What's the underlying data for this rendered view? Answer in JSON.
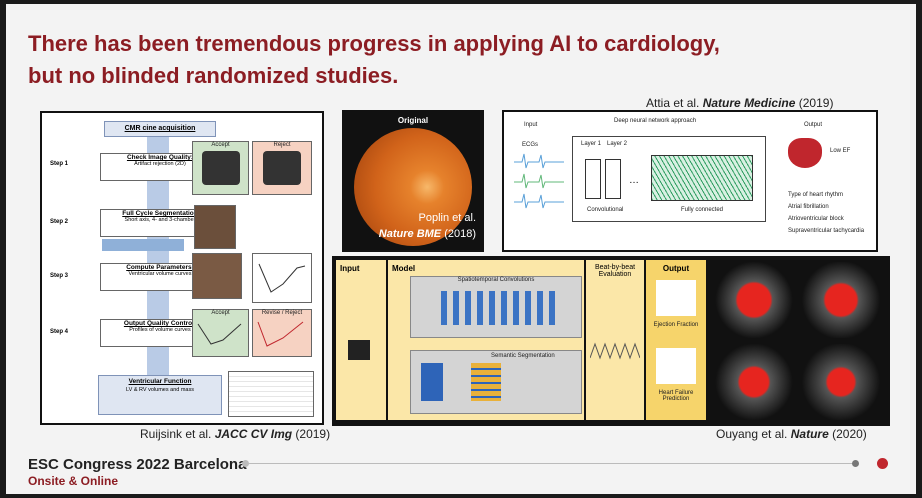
{
  "title": {
    "line1": "There has been tremendous progress in applying AI to cardiology,",
    "line2": "but no blinded randomized studies."
  },
  "panel_cmr": {
    "header": "CMR cine acquisition",
    "steps": [
      {
        "label": "Step 1",
        "title": "Check Image Quality:",
        "desc": "Artifact rejection (2D)"
      },
      {
        "label": "Step 2",
        "title": "Full Cycle Segmentation",
        "desc": "Short axis, 4- and 3-chamber"
      },
      {
        "label": "Step 3",
        "title": "Compute Parameters:",
        "desc": "Ventricular volume curves"
      },
      {
        "label": "Step 4",
        "title": "Output Quality Control:",
        "desc": "Profiles of volume curves"
      }
    ],
    "accept": "Accept",
    "reject": "Reject",
    "revise": "Revise / Reject",
    "final_title": "Ventricular Function",
    "final_desc": "LV & RV volumes and mass"
  },
  "citations": {
    "ruijsink_authors": "Ruijsink et al.",
    "ruijsink_journal": "JACC CV Img",
    "ruijsink_year": "(2019)",
    "attia_authors": "Attia et al.",
    "attia_journal": "Nature Medicine",
    "attia_year": "(2019)",
    "ouyang_authors": "Ouyang et al.",
    "ouyang_journal": "Nature",
    "ouyang_year": "(2020)"
  },
  "panel_retina": {
    "label": "Original",
    "author": "Poplin et al.",
    "journal": "Nature BME",
    "year": "(2018)"
  },
  "panel_ecg": {
    "input": "Input",
    "approach": "Deep neural network approach",
    "output": "Output",
    "ecgs": "ECGs",
    "layer1": "Layer 1",
    "layer2": "Layer 2",
    "convolutional": "Convolutional",
    "fully_connected": "Fully connected",
    "low_ef": "Low EF",
    "rhythm_title": "Type of heart rhythm",
    "rhythms": [
      "Atrial fibrillation",
      "Atrioventricular block",
      "Supraventricular tachycardia"
    ]
  },
  "panel_echo": {
    "input": "Input",
    "model": "Model",
    "spatiotemporal": "Spatiotemporal Convolutions",
    "semantic": "Semantic Segmentation",
    "beat": "Beat-by-beat Evaluation",
    "output": "Output",
    "ef": "Ejection Fraction",
    "hf": "Heart Failure Prediction"
  },
  "footer": {
    "title": "ESC Congress 2022 Barcelona",
    "subtitle": "Onsite & Online"
  },
  "colors": {
    "title_red": "#8c1d23",
    "accent_red": "#c0262d",
    "echo_yellow": "#f6d46b"
  }
}
